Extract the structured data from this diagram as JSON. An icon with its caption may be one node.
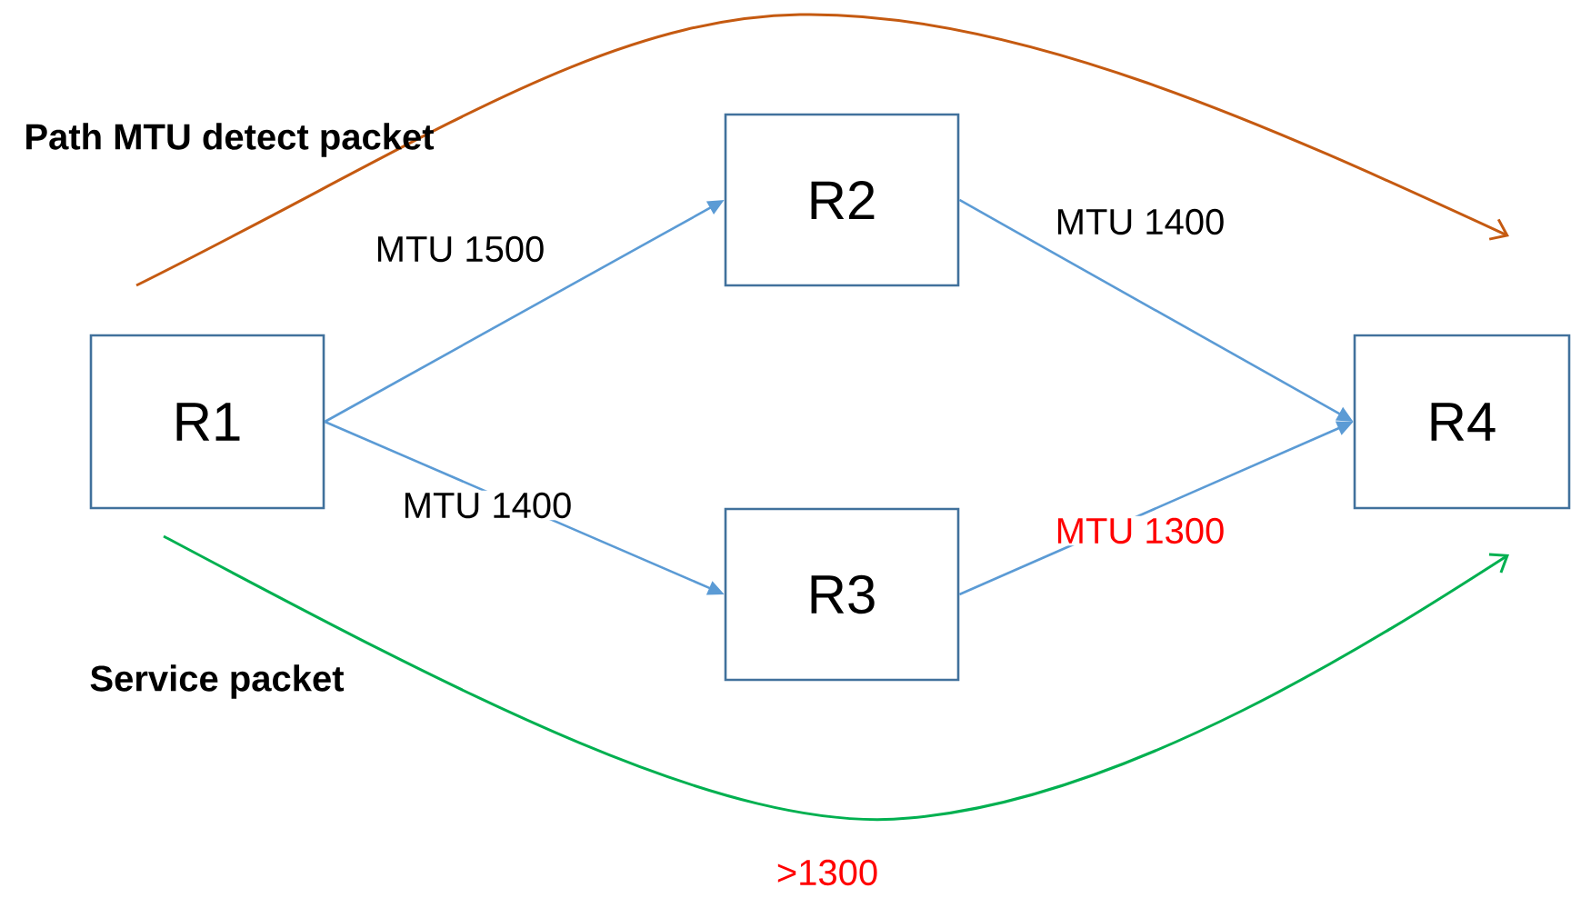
{
  "diagram": {
    "nodes": [
      {
        "text": [
          "R1"
        ]
      },
      {
        "text": [
          "R2"
        ]
      },
      {
        "text": [
          "R3"
        ]
      },
      {
        "text": [
          "R4"
        ]
      }
    ],
    "edges": [
      {
        "from": 0,
        "to": 1,
        "arrow": "to",
        "label": "MTU 1500"
      },
      {
        "from": 0,
        "to": 2,
        "arrow": "to",
        "label": "MTU 1400"
      },
      {
        "from": 1,
        "to": 3,
        "arrow": "to",
        "label": "MTU 1400"
      },
      {
        "from": 2,
        "to": 3,
        "arrow": "to",
        "label": "MTU 1300"
      }
    ],
    "labels": [
      "Path MTU detect packet",
      "Service packet",
      ">1300"
    ]
  }
}
